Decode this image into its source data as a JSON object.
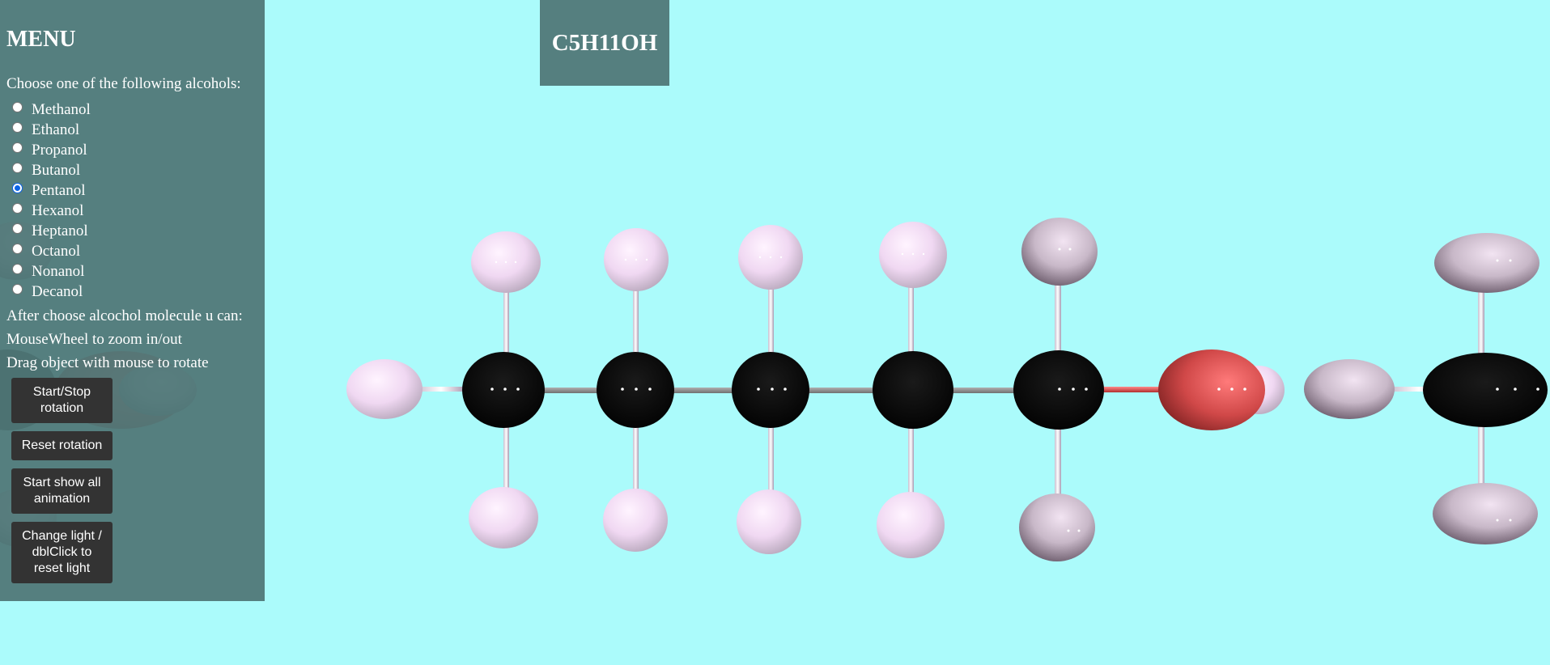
{
  "menu": {
    "title": "MENU",
    "choose_prompt": "Choose one of the following alcohols:",
    "alcohols": [
      {
        "label": "Methanol",
        "checked": false
      },
      {
        "label": "Ethanol",
        "checked": false
      },
      {
        "label": "Propanol",
        "checked": false
      },
      {
        "label": "Butanol",
        "checked": false
      },
      {
        "label": "Pentanol",
        "checked": true
      },
      {
        "label": "Hexanol",
        "checked": false
      },
      {
        "label": "Heptanol",
        "checked": false
      },
      {
        "label": "Octanol",
        "checked": false
      },
      {
        "label": "Nonanol",
        "checked": false
      },
      {
        "label": "Decanol",
        "checked": false
      }
    ],
    "instructions": [
      "After choose alcochol molecule u can:",
      "MouseWheel to zoom in/out",
      "Drag object with mouse to rotate"
    ],
    "buttons": {
      "rotation": "Start/Stop rotation",
      "reset": "Reset rotation",
      "show_all": "Start show all animation",
      "light": "Change light / dblClick to reset light"
    }
  },
  "formula": "C5H11OH",
  "colors": {
    "background": "#abfbfb",
    "panel": "#507878",
    "button": "#333333",
    "carbon": "#000000",
    "hydrogen": "#f4dcf4",
    "oxygen": "#d04848"
  }
}
